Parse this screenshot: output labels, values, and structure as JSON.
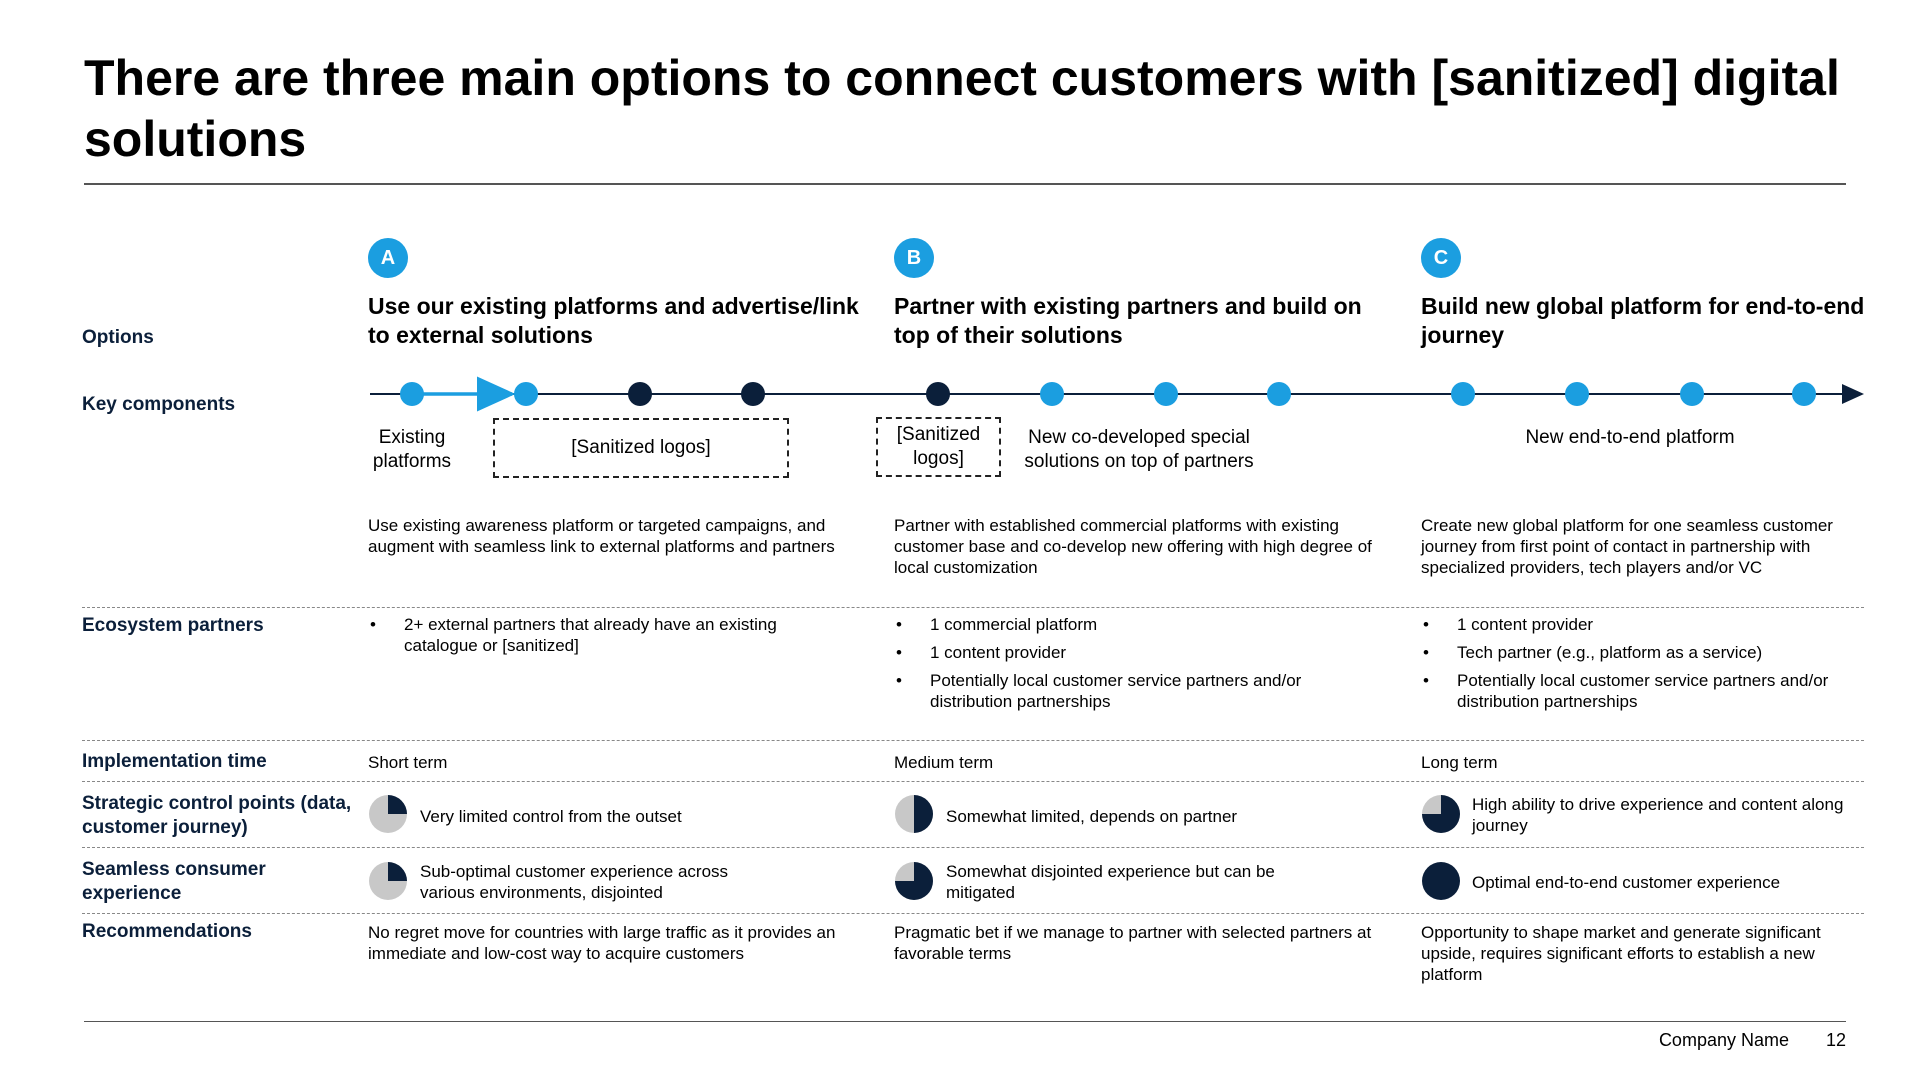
{
  "title": "There are three main options to connect customers with [sanitized] digital solutions",
  "row_labels": {
    "options": "Options",
    "key_components": "Key components",
    "ecosystem": "Ecosystem partners",
    "implementation": "Implementation time",
    "strategic": "Strategic control points (data, customer journey)",
    "seamless": "Seamless consumer experience",
    "recommendations": "Recommendations"
  },
  "colors": {
    "accent_blue": "#1b9ee0",
    "navy": "#0b1f3a",
    "grey": "#c8c8c8"
  },
  "options": [
    {
      "badge": "A",
      "heading": "Use our existing platforms and advertise/link to external solutions",
      "description": "Use existing awareness platform or targeted campaigns, and augment with seamless link to external platforms and partners",
      "ecosystem": [
        "2+ external partners that already have an existing catalogue or [sanitized]"
      ],
      "implementation": "Short term",
      "strategic_text": "Very limited control from the outset",
      "strategic_level": 0.25,
      "seamless_text": "Sub-optimal customer experience across various environments, disjointed",
      "seamless_level": 0.25,
      "recommendation": "No regret move for countries with large traffic as it provides an immediate and low-cost way to acquire customers"
    },
    {
      "badge": "B",
      "heading": "Partner with existing partners and build on top of their solutions",
      "description": "Partner with established commercial platforms with existing customer base and co-develop new offering with high degree of local customization",
      "ecosystem": [
        "1 commercial platform",
        "1 content provider",
        "Potentially local customer service partners and/or distribution partnerships"
      ],
      "implementation": "Medium term",
      "strategic_text": "Somewhat limited, depends on partner",
      "strategic_level": 0.5,
      "seamless_text": "Somewhat disjointed experience but can be mitigated",
      "seamless_level": 0.75,
      "recommendation": "Pragmatic bet if we manage to partner with selected partners at favorable terms"
    },
    {
      "badge": "C",
      "heading": "Build new global platform for end-to-end journey",
      "description": "Create new global platform for one seamless customer journey from first point of contact in partnership with specialized providers, tech players and/or VC",
      "ecosystem": [
        "1 content provider",
        "Tech partner (e.g., platform as a service)",
        "Potentially local customer service partners and/or distribution partnerships"
      ],
      "implementation": "Long term",
      "strategic_text": "High ability to drive experience and content along journey",
      "strategic_level": 0.75,
      "seamless_text": "Optimal end-to-end customer experience",
      "seamless_level": 1.0,
      "recommendation": "Opportunity to shape market and generate significant upside, requires significant efforts to establish a new platform"
    }
  ],
  "components": {
    "existing_platforms": "Existing platforms",
    "sanitized_logos_a": "[Sanitized logos]",
    "sanitized_logos_b": "[Sanitized logos]",
    "co_developed": "New co-developed special solutions on top of partners",
    "end_to_end": "New end-to-end platform"
  },
  "footer": {
    "company": "Company Name",
    "page": "12"
  }
}
